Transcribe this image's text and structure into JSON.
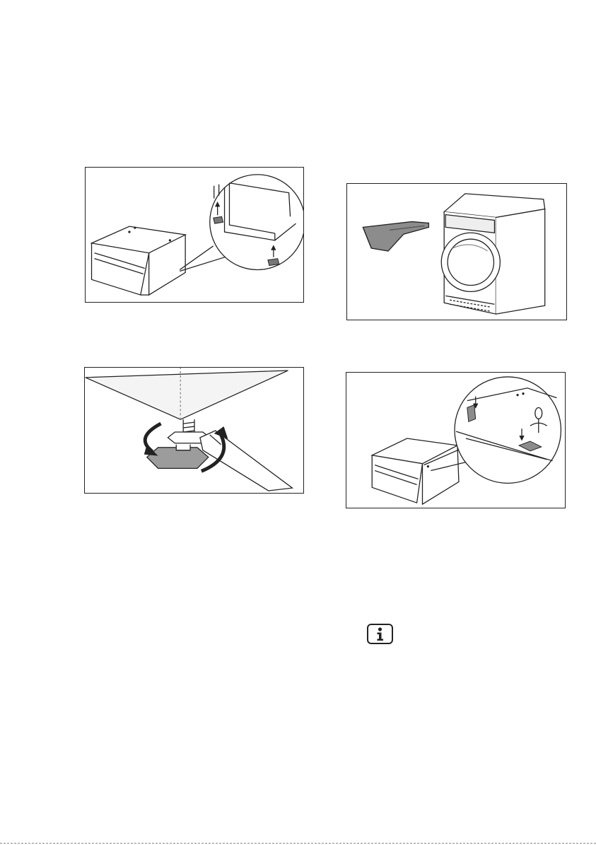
{
  "figures": [
    {
      "id": "fig-1",
      "depicts": "pedestal-drawer-with-feet-detail"
    },
    {
      "id": "fig-2",
      "depicts": "container-removed-from-dryer"
    },
    {
      "id": "fig-3",
      "depicts": "adjustable-foot-wrench"
    },
    {
      "id": "fig-4",
      "depicts": "pedestal-screw-fixing-detail"
    }
  ],
  "icons": {
    "info": "info-icon"
  },
  "colors": {
    "line": "#222222",
    "shade": "#8c8c8c",
    "page": "#ffffff"
  }
}
